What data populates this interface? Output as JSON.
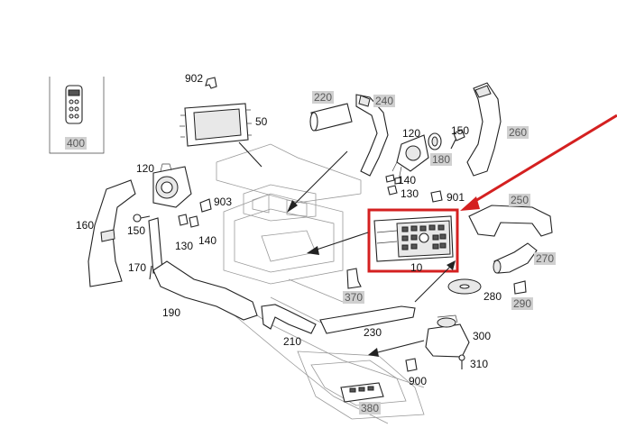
{
  "colors": {
    "highlight": "#d42020",
    "line": "#222222",
    "label_text": "#111111",
    "boxed_label_bg": "#d0d0d0",
    "boxed_label_text": "#5a5a5a"
  },
  "labels": {
    "l400": "400",
    "l902": "902",
    "l50": "50",
    "l220": "220",
    "l240": "240",
    "l120a": "120",
    "l150a": "150",
    "l260": "260",
    "l180": "180",
    "l140a": "140",
    "l130a": "130",
    "l120b": "120",
    "l903": "903",
    "l160": "160",
    "l150b": "150",
    "l130b": "130",
    "l140b": "140",
    "l170": "170",
    "l901": "901",
    "l250": "250",
    "l10": "10",
    "l270": "270",
    "l280": "280",
    "l290": "290",
    "l370": "370",
    "l190": "190",
    "l210": "210",
    "l230": "230",
    "l300": "300",
    "l310": "310",
    "l900": "900",
    "l380": "380"
  }
}
